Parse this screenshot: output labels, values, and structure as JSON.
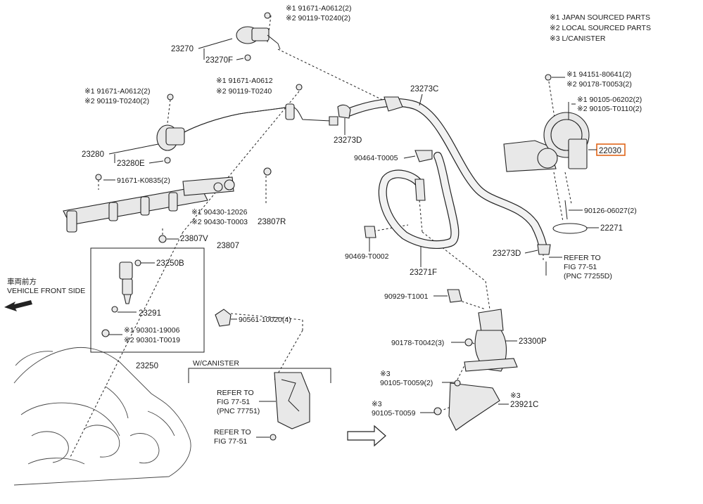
{
  "legend": [
    "※1 JAPAN SOURCED PARTS",
    "※2 LOCAL SOURCED PARTS",
    "※3 L/CANISTER"
  ],
  "vehicle_front": {
    "jp": "車両前方",
    "en": "VEHICLE FRONT SIDE"
  },
  "highlight_color": "#e0661a",
  "labels": {
    "p23270": "23270",
    "p23270F": "23270F",
    "p23270_b1": "※1 91671-A0612(2)",
    "p23270_b2": "※2 90119-T0240(2)",
    "p23273C": "23273C",
    "pmid_b1": "※1 91671-A0612",
    "pmid_b2": "※2 90119-T0240",
    "pleft_b1": "※1 91671-A0612(2)",
    "pleft_b2": "※2 90119-T0240(2)",
    "p23280": "23280",
    "p23280E": "23280E",
    "p23273D_top": "23273D",
    "p90464": "90464-T0005",
    "p91671_K": "91671-K0835(2)",
    "p90430_1": "※1 90430-12026",
    "p90430_2": "※2 90430-T0003",
    "p23807R": "23807R",
    "p23807V": "23807V",
    "p23807": "23807",
    "p90469": "90469-T0002",
    "p23271F": "23271F",
    "p23250B": "23250B",
    "p23291": "23291",
    "p90561": "90561-10020(4)",
    "p90301_1": "※1 90301-19006",
    "p90301_2": "※2 90301-T0019",
    "p23250": "23250",
    "p94151": "※1 94151-80641(2)",
    "p90178_a": "※2 90178-T0053(2)",
    "p90105_1": "※1 90105-06202(2)",
    "p90105_2": "※2 90105-T0110(2)",
    "p22030": "22030",
    "p90126": "90126-06027(2)",
    "p22271": "22271",
    "p23273D_r": "23273D",
    "refer1_a": "REFER TO",
    "refer1_b": "FIG 77-51",
    "refer1_c": "(PNC 77255D)",
    "p90929": "90929-T1001",
    "p90178_b": "90178-T0042(3)",
    "p23300P": "23300P",
    "p90105_59_2": "※3",
    "p90105_59_2b": "90105-T0059(2)",
    "p90105_59": "※3",
    "p90105_59b": "90105-T0059",
    "p23921C_m": "※3",
    "p23921C": "23921C",
    "wcanister": "W/CANISTER",
    "refer2_a": "REFER TO",
    "refer2_b": "FIG 77-51",
    "refer2_c": "(PNC 77751)",
    "refer3_a": "REFER TO",
    "refer3_b": "FIG 77-51"
  }
}
